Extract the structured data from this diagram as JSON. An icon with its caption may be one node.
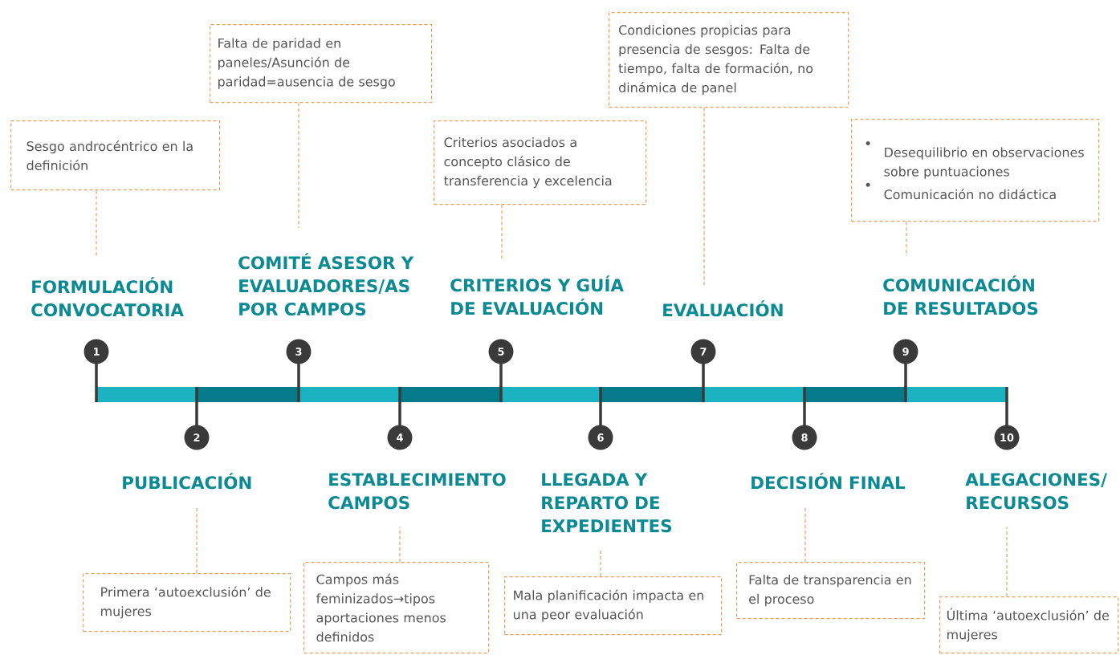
{
  "diagram": {
    "nodes": [
      {
        "text": [
          "1"
        ]
      },
      {
        "text": [
          "2"
        ]
      },
      {
        "text": [
          "3"
        ]
      },
      {
        "text": [
          "4"
        ]
      },
      {
        "text": [
          "5"
        ]
      },
      {
        "text": [
          "6"
        ]
      },
      {
        "text": [
          "7"
        ]
      },
      {
        "text": [
          "8"
        ]
      },
      {
        "text": [
          "9"
        ]
      },
      {
        "text": [
          "10"
        ]
      },
      {
        "text": [
          "FORMULACIÓN CONVOCATORIA"
        ]
      },
      {
        "text": [
          "PUBLICACIÓN"
        ]
      },
      {
        "text": [
          "COMITÉ ASESOR Y EVALUADORES/AS POR CAMPOS"
        ]
      },
      {
        "text": [
          "ESTABLECIMIENTO CAMPOS"
        ]
      },
      {
        "text": [
          "CRITERIOS Y GUÍA DE EVALUACIÓN"
        ]
      },
      {
        "text": [
          "LLEGADA Y REPARTO DE EXPEDIENTES"
        ]
      },
      {
        "text": [
          "EVALUACIÓN"
        ]
      },
      {
        "text": [
          "DECISIÓN FINAL"
        ]
      },
      {
        "text": [
          "COMUNICACIÓN DE RESULTADOS"
        ]
      },
      {
        "text": [
          "ALEGACIONES/ RECURSOS"
        ]
      },
      {
        "text": [
          "Sesgo androcéntrico en la definición"
        ]
      },
      {
        "text": [
          "Primera ‘autoexclusión’ de mujeres"
        ]
      },
      {
        "text": [
          "Falta de paridad en paneles/Asunción de paridad=ausencia de sesgo"
        ]
      },
      {
        "text": [
          "Campos más feminizados→tipos aportaciones menos definidos"
        ]
      },
      {
        "text": [
          "Criterios asociados a concepto clásico de transferencia y excelencia"
        ]
      },
      {
        "text": [
          "Mala planificación impacta en una peor evaluación"
        ]
      },
      {
        "text": [
          "Condiciones propicias para presencia de sesgos: Falta de tiempo, falta de formación, no dinámica de panel"
        ]
      },
      {
        "text": [
          "Falta de transparencia en el proceso"
        ]
      },
      {
        "text": [
          "Desequilibrio en observaciones sobre puntuaciones",
          "Comunicación no didáctica"
        ]
      },
      {
        "text": [
          "Última ‘autoexclusión’ de mujeres"
        ]
      }
    ],
    "edges": [
      {
        "from": 20,
        "to": 10,
        "arrow": "none",
        "style": "dashed"
      },
      {
        "from": 21,
        "to": 11,
        "arrow": "none",
        "style": "dashed"
      },
      {
        "from": 22,
        "to": 12,
        "arrow": "none",
        "style": "dashed"
      },
      {
        "from": 23,
        "to": 13,
        "arrow": "none",
        "style": "dashed"
      },
      {
        "from": 24,
        "to": 14,
        "arrow": "none",
        "style": "dashed"
      },
      {
        "from": 25,
        "to": 15,
        "arrow": "none",
        "style": "dashed"
      },
      {
        "from": 26,
        "to": 16,
        "arrow": "none",
        "style": "dashed"
      },
      {
        "from": 27,
        "to": 17,
        "arrow": "none",
        "style": "dashed"
      },
      {
        "from": 28,
        "to": 18,
        "arrow": "none",
        "style": "dashed"
      },
      {
        "from": 29,
        "to": 19,
        "arrow": "none",
        "style": "dashed"
      }
    ]
  }
}
